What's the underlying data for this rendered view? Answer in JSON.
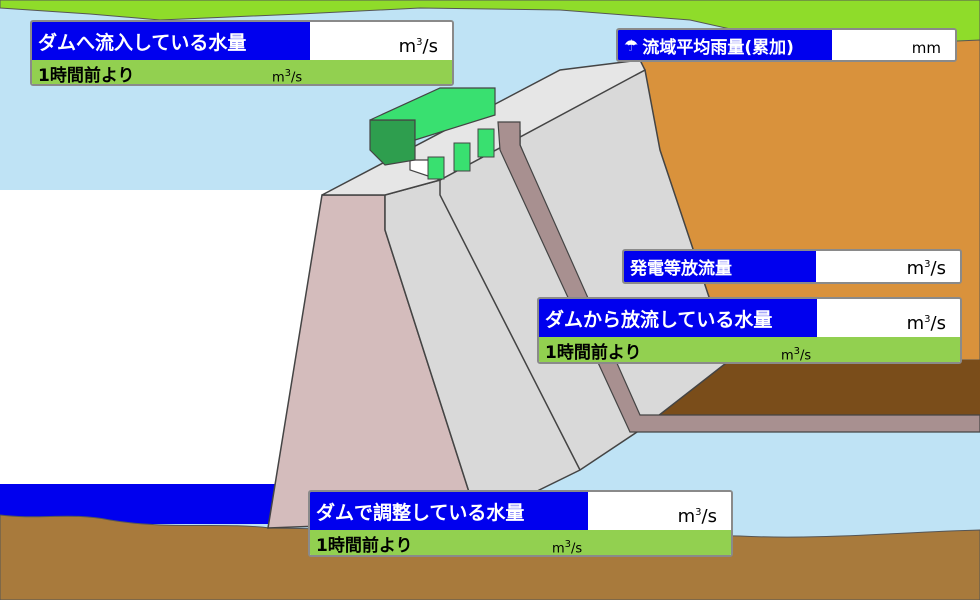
{
  "panels": {
    "inflow": {
      "label": "ダムへ流入している水量",
      "unit_base": "m",
      "unit_exp": "3",
      "unit_tail": "/s",
      "sub_label": "1時間前より",
      "sub_unit_base": "m",
      "sub_unit_exp": "3",
      "sub_unit_tail": "/s"
    },
    "rainfall": {
      "icon": "umbrella-icon",
      "label": "流域平均雨量(累加)",
      "unit": "mm"
    },
    "power": {
      "label": "発電等放流量",
      "unit_base": "m",
      "unit_exp": "3",
      "unit_tail": "/s"
    },
    "outflow": {
      "label": "ダムから放流している水量",
      "unit_base": "m",
      "unit_exp": "3",
      "unit_tail": "/s",
      "sub_label": "1時間前より",
      "sub_unit_base": "m",
      "sub_unit_exp": "3",
      "sub_unit_tail": "/s"
    },
    "regulation": {
      "label": "ダムで調整している水量",
      "unit_base": "m",
      "unit_exp": "3",
      "unit_tail": "/s",
      "sub_label": "1時間前より",
      "sub_unit_base": "m",
      "sub_unit_exp": "3",
      "sub_unit_tail": "/s"
    }
  },
  "colors": {
    "label_bg": "#0000ee",
    "sub_bg": "#92d050",
    "sky": "#bfe3f5",
    "grass": "#8fdc2a",
    "mountain": "#d9923c",
    "ground": "#a87a3c",
    "dam_face": "#d9d9d9",
    "dam_side": "#d4bcbc",
    "gate_green": "#33cc66",
    "reservoir": "#0000ee"
  }
}
